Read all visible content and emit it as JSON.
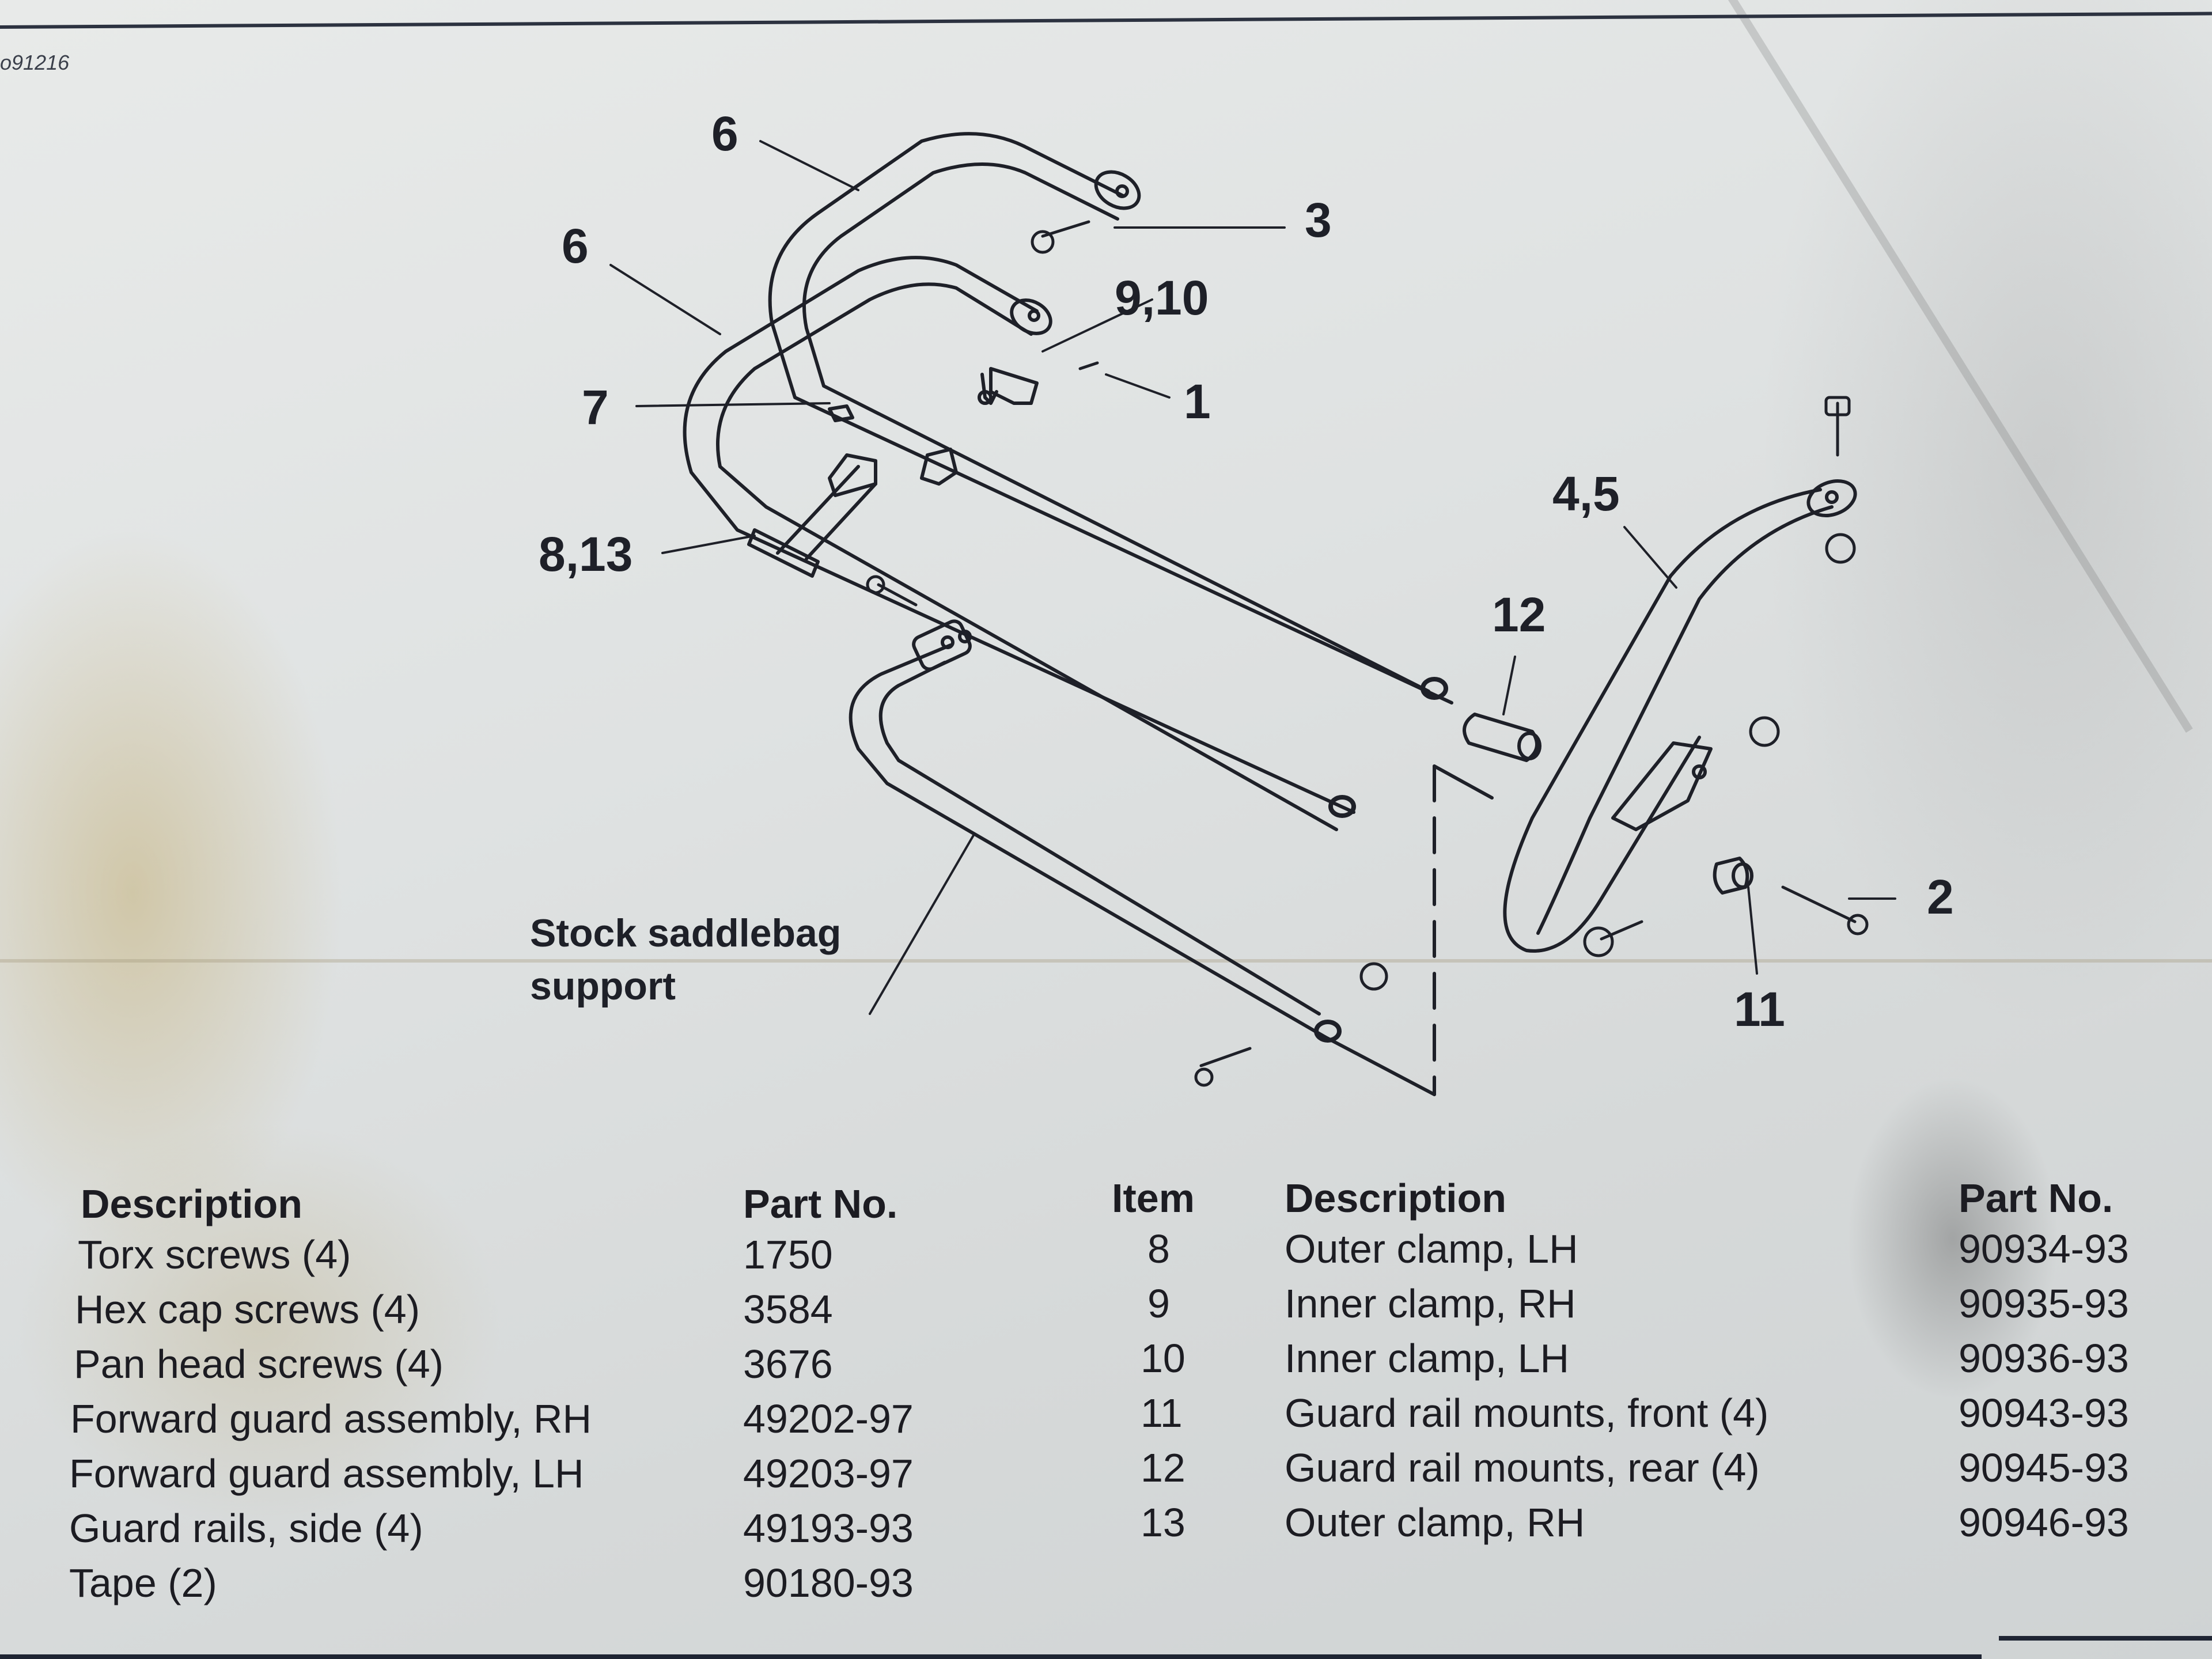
{
  "document": {
    "doc_number": "o91216"
  },
  "diagram": {
    "callouts": [
      "6",
      "6",
      "3",
      "9,10",
      "1",
      "7",
      "8,13",
      "4,5",
      "12",
      "2",
      "11"
    ],
    "note": [
      "Stock saddlebag",
      "support"
    ]
  },
  "parts_table_left": {
    "headers": {
      "description": "Description",
      "part_no": "Part No."
    },
    "rows": [
      {
        "description": "Torx screws (4)",
        "part_no": "1750"
      },
      {
        "description": "Hex cap screws (4)",
        "part_no": "3584"
      },
      {
        "description": "Pan head screws (4)",
        "part_no": "3676"
      },
      {
        "description": "Forward guard assembly, RH",
        "part_no": "49202-97"
      },
      {
        "description": "Forward guard assembly, LH",
        "part_no": "49203-97"
      },
      {
        "description": "Guard rails, side (4)",
        "part_no": "49193-93"
      },
      {
        "description": "Tape (2)",
        "part_no": "90180-93"
      }
    ]
  },
  "parts_table_right": {
    "headers": {
      "item": "Item",
      "description": "Description",
      "part_no": "Part No."
    },
    "rows": [
      {
        "item": "8",
        "description": "Outer clamp, LH",
        "part_no": "90934-93"
      },
      {
        "item": "9",
        "description": "Inner clamp, RH",
        "part_no": "90935-93"
      },
      {
        "item": "10",
        "description": "Inner clamp, LH",
        "part_no": "90936-93"
      },
      {
        "item": "11",
        "description": "Guard rail mounts, front (4)",
        "part_no": "90943-93"
      },
      {
        "item": "12",
        "description": "Guard rail mounts, rear (4)",
        "part_no": "90945-93"
      },
      {
        "item": "13",
        "description": "Outer clamp, RH",
        "part_no": "90946-93"
      }
    ]
  },
  "colors": {
    "ink": "#1e2028",
    "paper": "#dfe2e2",
    "stain": "#c4b078"
  }
}
